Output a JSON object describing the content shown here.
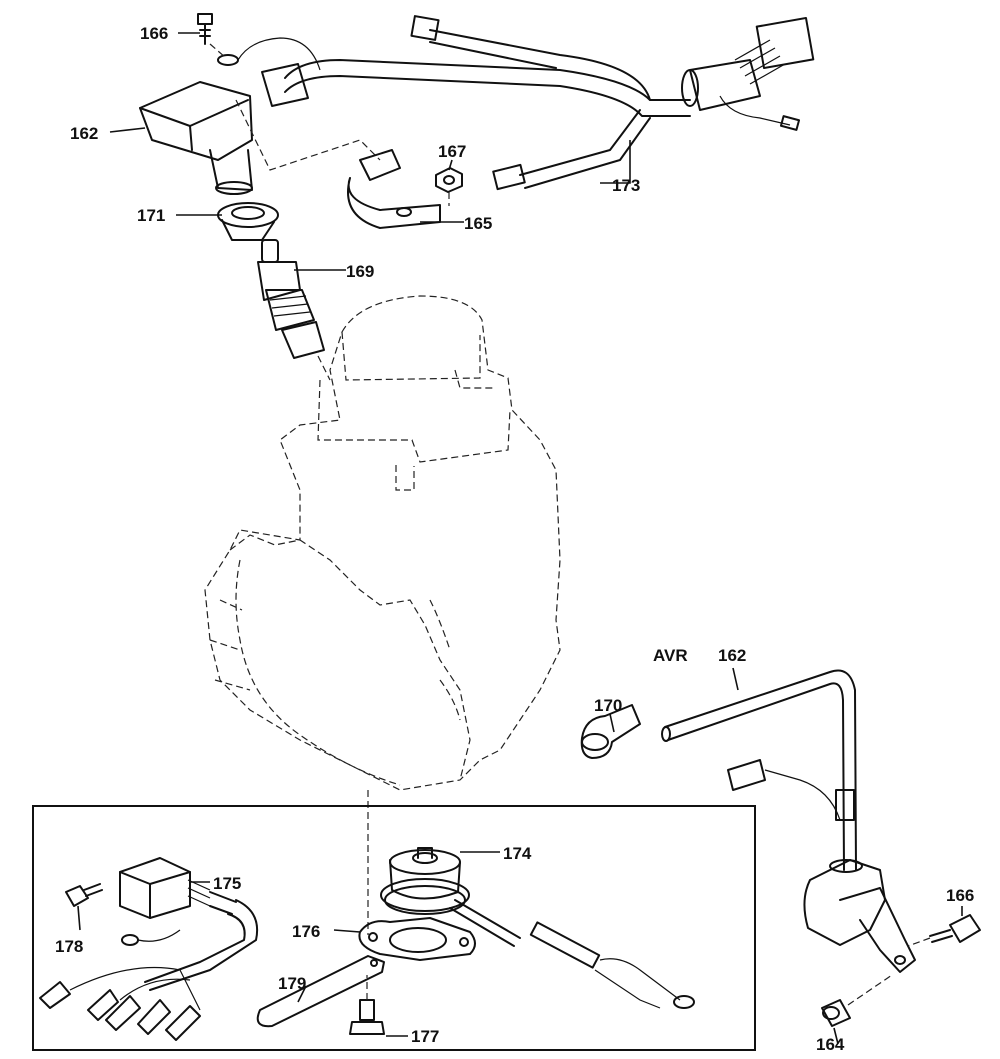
{
  "diagram": {
    "callouts": {
      "c166a": "166",
      "c162a": "162",
      "c167": "167",
      "c173": "173",
      "c171": "171",
      "c165": "165",
      "c169": "169",
      "cavr": "AVR",
      "c162b": "162",
      "c170": "170",
      "c174": "174",
      "c175": "175",
      "c176": "176",
      "c178": "178",
      "c179": "179",
      "c177": "177",
      "c166b": "166",
      "c164": "164"
    }
  }
}
